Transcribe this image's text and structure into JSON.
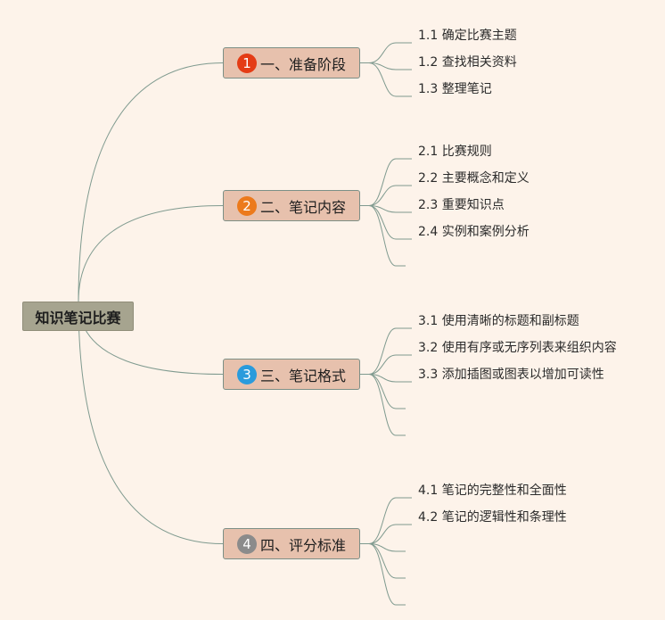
{
  "root": {
    "label": "知识笔记比赛"
  },
  "colors": {
    "link": "#7f9a8f",
    "badges": [
      "#e43c15",
      "#ec7a1c",
      "#2a9bdc",
      "#8b8b8b"
    ]
  },
  "branches": [
    {
      "badge": "1",
      "label": "一、准备阶段",
      "items": [
        "1.1 确定比赛主题",
        "1.2 查找相关资料",
        "1.3 整理笔记"
      ],
      "extra_links": 0
    },
    {
      "badge": "2",
      "label": "二、笔记内容",
      "items": [
        "2.1 比赛规则",
        "2.2 主要概念和定义",
        "2.3 重要知识点",
        "2.4 实例和案例分析"
      ],
      "extra_links": 1
    },
    {
      "badge": "3",
      "label": "三、笔记格式",
      "items": [
        "3.1 使用清晰的标题和副标题",
        "3.2 使用有序或无序列表来组织内容",
        "3.3 添加插图或图表以增加可读性"
      ],
      "extra_links": 2
    },
    {
      "badge": "4",
      "label": "四、评分标准",
      "items": [
        "4.1 笔记的完整性和全面性",
        "4.2 笔记的逻辑性和条理性"
      ],
      "extra_links": 3
    }
  ]
}
